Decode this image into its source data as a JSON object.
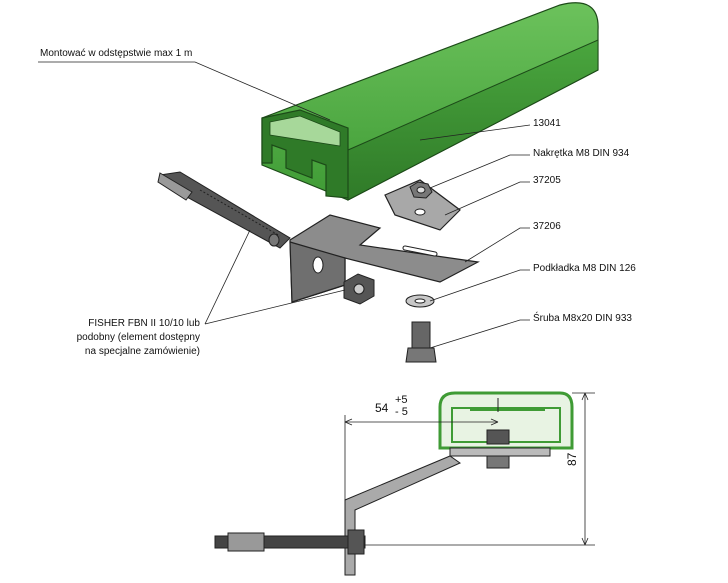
{
  "labels": {
    "spacing_note": "Montować w odstępstwie max 1 m",
    "profile": "13041",
    "nut": "Nakrętka M8 DIN 934",
    "plate_upper": "37205",
    "bracket": "37206",
    "washer": "Podkładka M8 DIN 126",
    "bolt": "Śruba M8x20 DIN 933",
    "anchor_line1": "FISHER FBN II 10/10 lub",
    "anchor_line2": "podobny (element dostępny",
    "anchor_line3": "na specjalne zamówienie)"
  },
  "dimensions": {
    "horizontal_value": "54",
    "horizontal_tol_plus": "+5",
    "horizontal_tol_minus": "- 5",
    "vertical_value": "87"
  },
  "colors": {
    "profile_green": "#3f9b35",
    "profile_dark": "#2f7a28",
    "steel": "#8a8a8a",
    "steel_dark": "#555555"
  }
}
